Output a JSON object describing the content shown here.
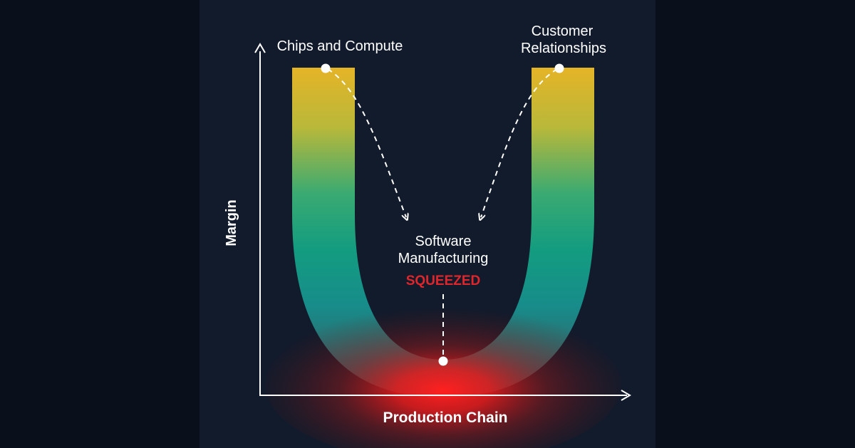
{
  "diagram": {
    "axes": {
      "y_label": "Margin",
      "x_label": "Production Chain"
    },
    "nodes": {
      "left_top": {
        "lines": [
          "Chips and Compute"
        ]
      },
      "right_top": {
        "lines": [
          "Customer",
          "Relationships"
        ]
      },
      "bottom": {
        "lines": [
          "Software",
          "Manufacturing"
        ],
        "status": "SQUEEZED"
      }
    },
    "colors": {
      "background": "#111b2c",
      "side_background": "#0a0f1c",
      "gradient_top": "#e5b427",
      "gradient_mid": "#1a9a78",
      "gradient_low": "#178c8a",
      "hot_spot": "#ff1e1e",
      "squeezed_text": "#e0262a",
      "axis": "#ffffff"
    }
  }
}
